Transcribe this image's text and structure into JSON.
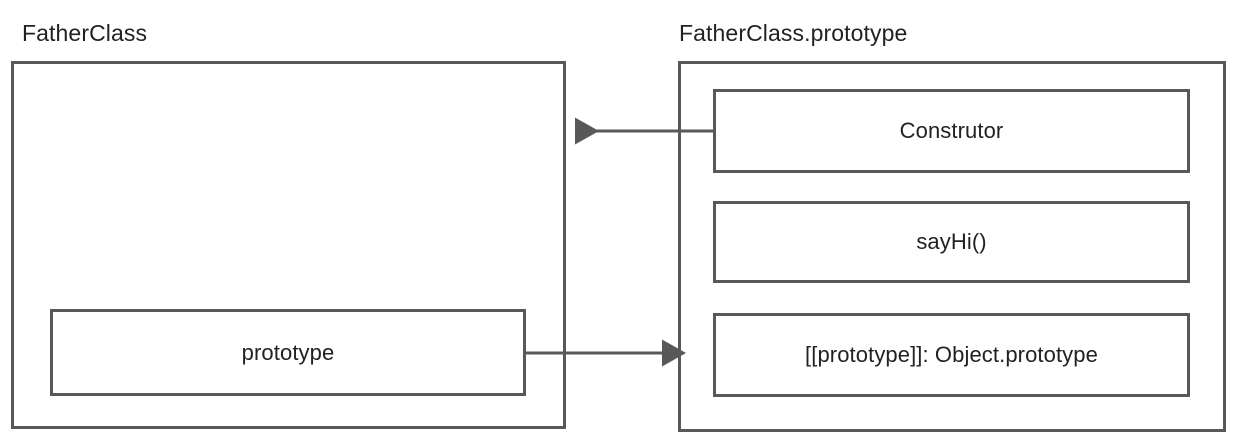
{
  "diagram": {
    "title_left": "FatherClass",
    "title_right": "FatherClass.prototype",
    "stroke_color": "#585858",
    "text_color": "#222222",
    "background_color": "#ffffff"
  },
  "left_panel": {
    "label": "FatherClass",
    "slots": [
      {
        "label": "prototype",
        "name": "prototype"
      }
    ]
  },
  "right_panel": {
    "label": "FatherClass.prototype",
    "slots": [
      {
        "label": "Construtor",
        "name": "constructor"
      },
      {
        "label": "sayHi()",
        "name": "sayhi"
      },
      {
        "label": "[[prototype]]: Object.prototype",
        "name": "object-prototype"
      }
    ]
  },
  "connections": [
    {
      "name": "constructor-to-fatherclass",
      "from": "FatherClass.prototype Construtor",
      "to": "FatherClass",
      "direction": "left"
    },
    {
      "name": "prototype-to-fatherclass-prototype",
      "from": "FatherClass prototype",
      "to": "FatherClass.prototype",
      "direction": "right"
    }
  ]
}
